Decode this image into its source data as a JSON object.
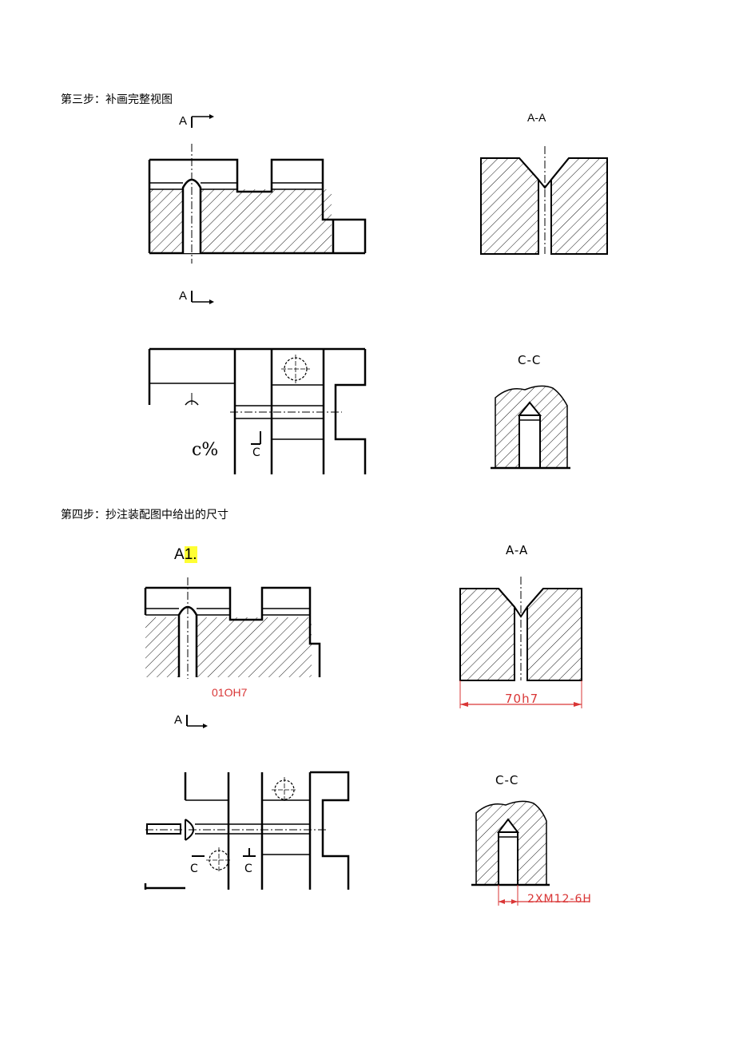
{
  "step3": {
    "heading": "第三步：补画完整视图",
    "section_a_top": "A",
    "section_a_bottom": "A",
    "view_aa_label": "A-A",
    "view_cc_label": "C-C",
    "c_marker": "C",
    "stray_text": "c%"
  },
  "step4": {
    "heading": "第四步：抄注装配图中给出的尺寸",
    "section_a_top_letter": "A",
    "section_a_top_suffix": "1.",
    "section_a_bottom": "A",
    "view_aa_label": "A-A",
    "view_cc_label": "C-C",
    "dim_bore": "01OH7",
    "dim_width": "70h7",
    "dim_thread": "2XM12-6H",
    "c_marker_left": "C",
    "c_marker_right": "C"
  },
  "colors": {
    "line": "#000000",
    "dimension": "#d93636",
    "highlight": "#ffff33"
  }
}
